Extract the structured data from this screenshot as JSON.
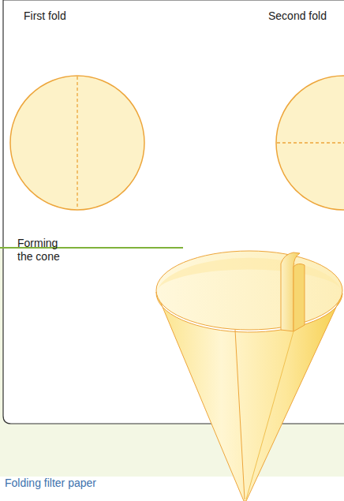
{
  "diagram": {
    "caption": "Folding filter paper",
    "labels": [
      "First fold",
      "Second fold",
      "Forming the cone"
    ]
  }
}
